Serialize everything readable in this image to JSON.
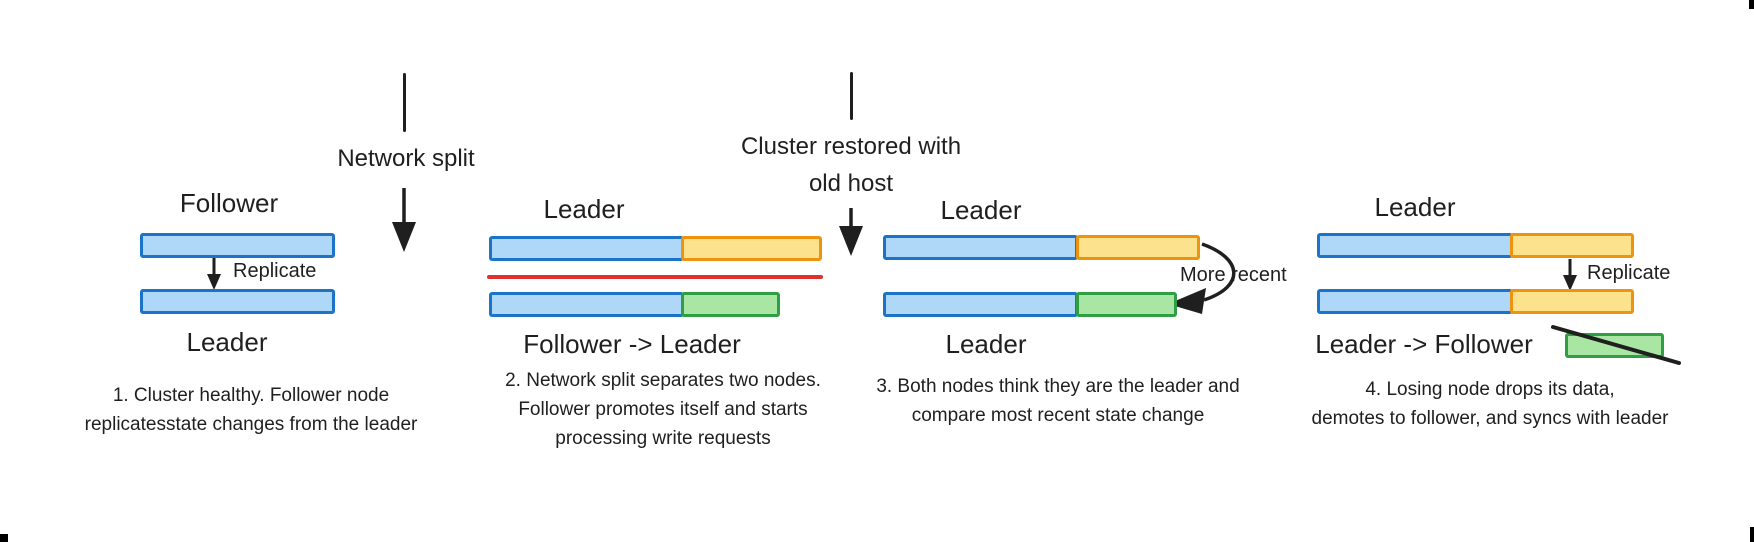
{
  "colors": {
    "blue_fill": "#AED7F8",
    "blue_border": "#1C74C9",
    "yellow_fill": "#FCE28C",
    "yellow_border": "#EE9310",
    "green_fill": "#A9E6A3",
    "green_border": "#2F9E44",
    "red_line": "#E03131",
    "ink": "#1F1F1F",
    "background": "#FFFFFF"
  },
  "annotations": {
    "network_split": "Network split",
    "cluster_restored_line1": "Cluster restored with",
    "cluster_restored_line2": "old host",
    "more_recent": "More recent"
  },
  "panels": [
    {
      "top_label": "Follower",
      "bottom_label": "Leader",
      "arrow_label": "Replicate",
      "caption": [
        "1. Cluster healthy. Follower node",
        "replicatesstate changes from the leader"
      ]
    },
    {
      "top_label": "Leader",
      "bottom_label": "Follower -> Leader",
      "caption": [
        "2. Network split separates two nodes.",
        "Follower promotes itself and starts",
        "processing write requests"
      ]
    },
    {
      "top_label": "Leader",
      "bottom_label": "Leader",
      "caption": [
        "3. Both nodes think they are the leader and",
        "compare most recent state change"
      ]
    },
    {
      "top_label": "Leader",
      "bottom_label": "Leader -> Follower",
      "arrow_label": "Replicate",
      "caption": [
        "4. Losing node drops its data,",
        "demotes to follower, and syncs with leader"
      ]
    }
  ]
}
